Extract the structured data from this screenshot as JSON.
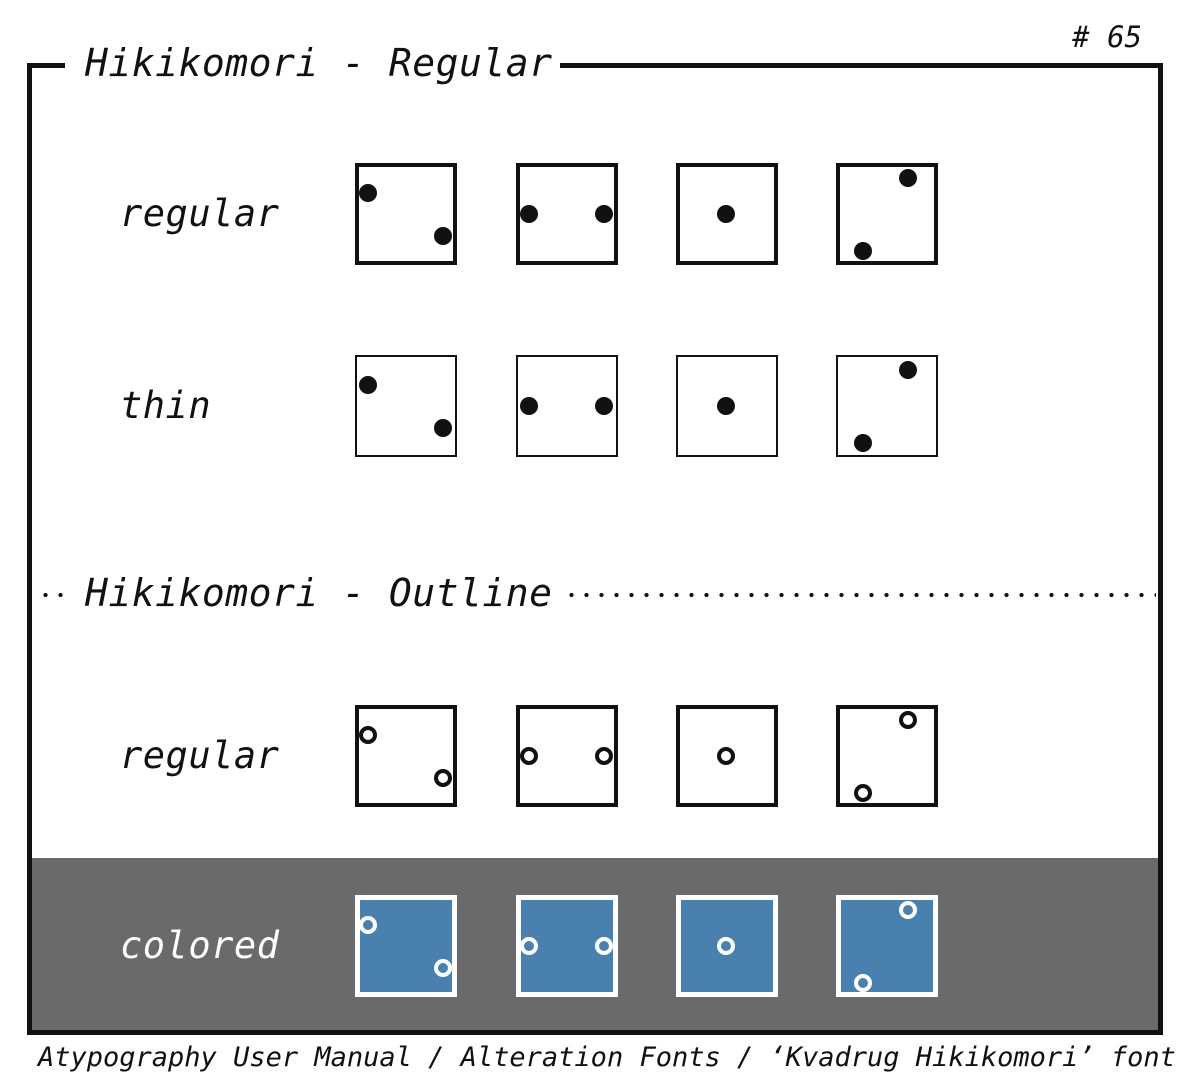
{
  "page": {
    "number": "# 65",
    "caption": "Atypography User Manual / Alteration Fonts / ‘Kvadrug Hikikomori’ font"
  },
  "sections": [
    {
      "title": "Hikikomori - Regular",
      "divider_style": "solid-frame-top"
    },
    {
      "title": "Hikikomori - Outline",
      "divider_style": "dotted-line"
    }
  ],
  "rows": [
    {
      "label": "regular",
      "section": 0,
      "dot_style": "filled",
      "border": "thick",
      "theme": "light"
    },
    {
      "label": "thin",
      "section": 0,
      "dot_style": "filled",
      "border": "thin",
      "theme": "light"
    },
    {
      "label": "regular",
      "section": 1,
      "dot_style": "outline",
      "border": "thick",
      "theme": "light"
    },
    {
      "label": "colored",
      "section": 1,
      "dot_style": "outline",
      "border": "thick",
      "theme": "colored"
    }
  ],
  "glyph_patterns": [
    {
      "name": "pair-topleft-bottomright",
      "dots": [
        [
          13,
          30
        ],
        [
          88,
          73
        ]
      ]
    },
    {
      "name": "pair-horizontal-middle",
      "dots": [
        [
          13,
          51
        ],
        [
          88,
          51
        ]
      ]
    },
    {
      "name": "single-center",
      "dots": [
        [
          50,
          51
        ]
      ]
    },
    {
      "name": "pair-topright-bottomleft",
      "dots": [
        [
          72,
          15
        ],
        [
          27,
          88
        ]
      ]
    }
  ],
  "colors": {
    "ink": "#111111",
    "paper": "#ffffff",
    "band_background": "#6a6a6a",
    "glyph_blue": "#4a80ae",
    "glyph_stroke_on_band": "#ffffff"
  }
}
